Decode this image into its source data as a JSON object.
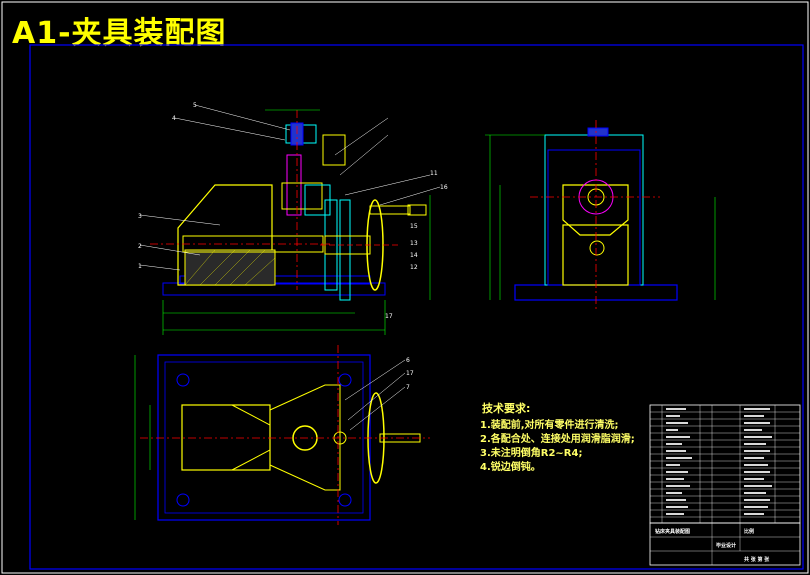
{
  "title": "A1-夹具装配图",
  "technical_requirements": {
    "heading": "技术要求:",
    "items": [
      "1.装配前,对所有零件进行清洗;",
      "2.各配合处、连接处用润滑脂润滑;",
      "3.未注明倒角R2~R4;",
      "4.锐边倒钝。"
    ]
  },
  "part_callouts_front": [
    "5",
    "4",
    "3",
    "2",
    "1",
    "11",
    "16",
    "15",
    "13",
    "14",
    "12",
    "17"
  ],
  "part_callouts_top": [
    "6",
    "17",
    "7"
  ],
  "title_block": {
    "drawing_name": "钻床夹具装配图",
    "design_label": "毕业设计",
    "scale_label": "比例",
    "sheet_label": "共 张 第 张"
  },
  "colors": {
    "background": "#000000",
    "part_outline": "#ffff00",
    "frame": "#0000ff",
    "dimension": "#00ff00",
    "center_line": "#ff0000",
    "part_red": "#ff00ff",
    "cyan": "#00ffff"
  }
}
